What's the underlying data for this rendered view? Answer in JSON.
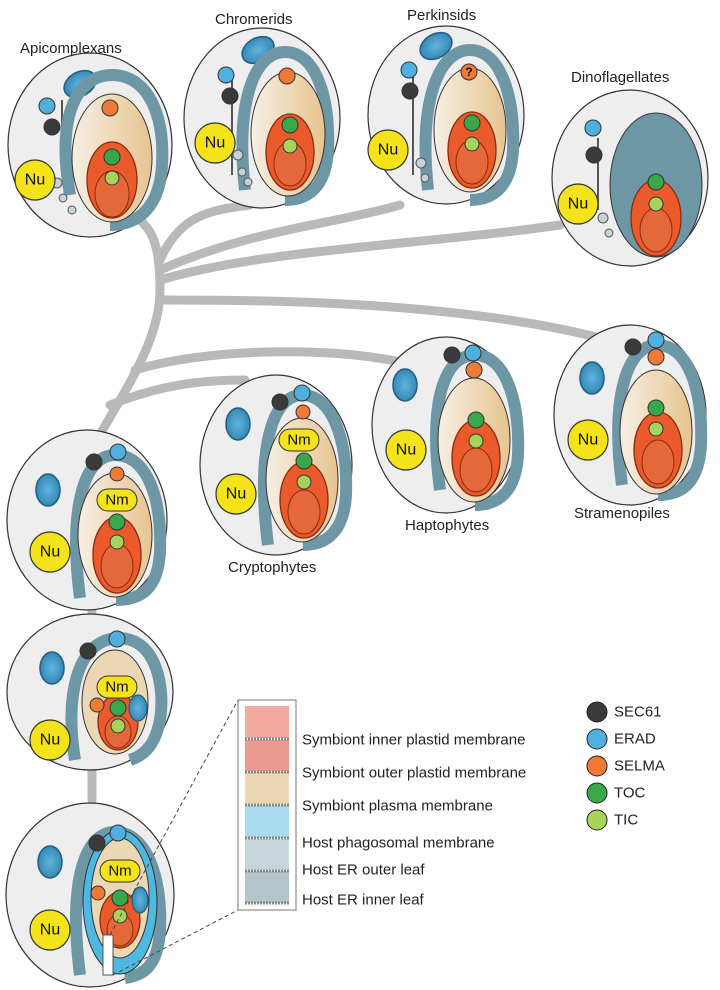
{
  "labels": {
    "apicomplexans": "Apicomplexans",
    "chromerids": "Chromerids",
    "perkinsids": "Perkinsids",
    "dinoflagellates": "Dinoflagellates",
    "haptophytes": "Haptophytes",
    "stramenopiles": "Stramenopiles",
    "cryptophytes": "Cryptophytes"
  },
  "organelles": {
    "nucleus": "Nu",
    "nucleomorph": "Nm",
    "unknown": "?"
  },
  "legend": [
    {
      "label": "SEC61",
      "color": "#3a3a3a"
    },
    {
      "label": "ERAD",
      "color": "#4fb0e0"
    },
    {
      "label": "SELMA",
      "color": "#ee7a35"
    },
    {
      "label": "TOC",
      "color": "#3aa84a"
    },
    {
      "label": "TIC",
      "color": "#a6d45a"
    }
  ],
  "membranes": [
    {
      "label": "Symbiont inner plastid membrane",
      "color": "#f2aaa0"
    },
    {
      "label": "Symbiont outer plastid membrane",
      "color": "#ea9a90"
    },
    {
      "label": "Symbiont plasma membrane",
      "color": "#ecd7b4"
    },
    {
      "label": "Host phagosomal membrane",
      "color": "#a9daf0"
    },
    {
      "label": "Host ER outer leaf",
      "color": "#c6d6da"
    },
    {
      "label": "Host ER inner leaf",
      "color": "#b3c5ca"
    }
  ],
  "colors": {
    "cell_fill": "#eeeeee",
    "er": "#6e97a6",
    "stroma_outer": "#ea5a2a",
    "branch": "#b9b9b9",
    "nucleus": "#f4e21b"
  }
}
